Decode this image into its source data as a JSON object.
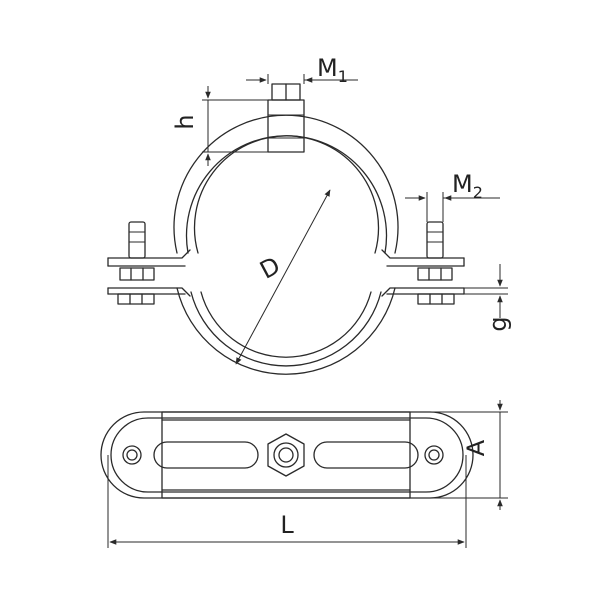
{
  "diagram": {
    "labels": {
      "m1_main": "M",
      "m1_sub": "1",
      "h": "h",
      "m2_main": "M",
      "m2_sub": "2",
      "d": "D",
      "g": "g",
      "a": "A",
      "l": "L"
    },
    "colors": {
      "line": "#2a2a2a",
      "background": "#ffffff"
    }
  }
}
